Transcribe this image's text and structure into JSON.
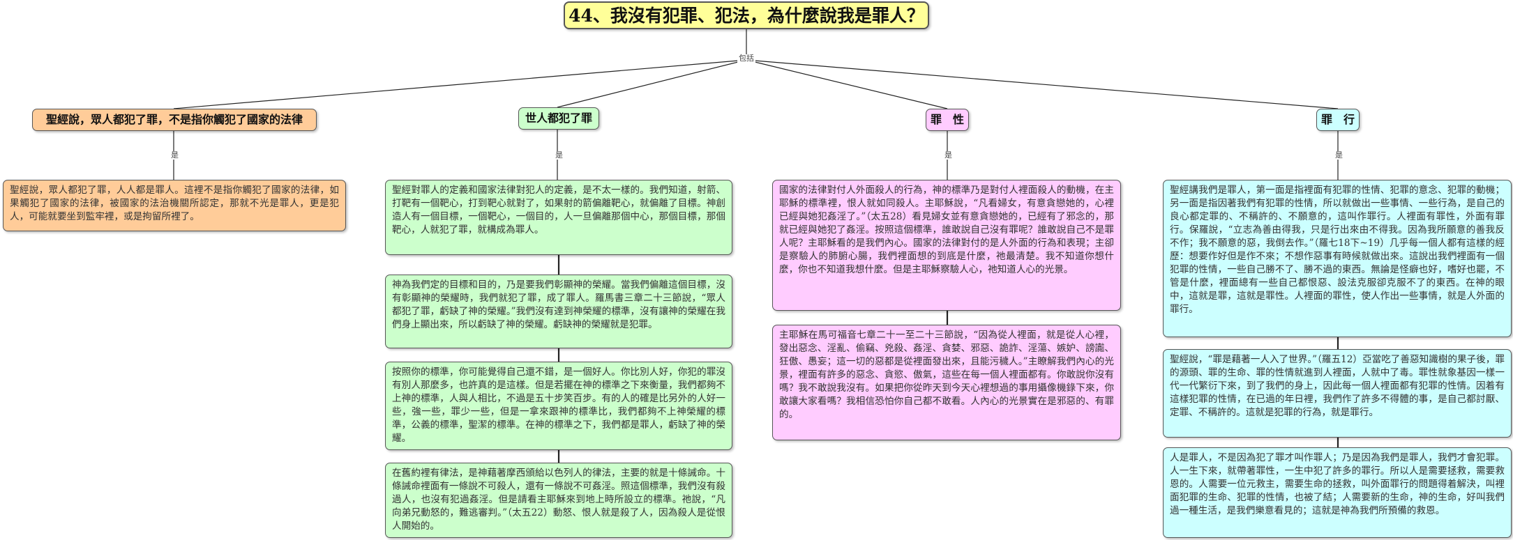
{
  "title": "44、我沒有犯罪、犯法，為什麼說我是罪人？",
  "root_link_label": "包括",
  "branch_link_label": "是",
  "branches": [
    {
      "topic": "聖經說，眾人都犯了罪，不是指你觸犯了國家的法律",
      "color": "#ffcc99",
      "notes": [
        "聖經說，眾人都犯了罪，人人都是罪人。這裡不是指你觸犯了國家的法律，如果觸犯了國家的法律，被國家的法治機關所認定，那就不光是罪人，更是犯人，可能就要坐到監牢裡，或是拘留所裡了。"
      ]
    },
    {
      "topic": "世人都犯了罪",
      "color": "#ccffcc",
      "notes": [
        "聖經對罪人的定義和國家法律對犯人的定義，是不太一樣的。我們知道，射箭、打靶有一個靶心，打到靶心就對了，如果射的箭偏離靶心，就偏離了目標。神創造人有一個目標，一個靶心，一個目的，人一旦偏離那個中心，那個目標，那個靶心，人就犯了罪，就構成為罪人。",
        "神為我們定的目標和目的，乃是要我們彰顯神的榮耀。當我們偏離這個目標，沒有彰顯神的榮耀時，我們就犯了罪，成了罪人。羅馬書三章二十三節說，“眾人都犯了罪，虧缺了神的榮耀。”我們沒有達到神榮耀的標準，沒有讓神的榮耀在我們身上顯出來，所以虧缺了神的榮耀。虧缺神的榮耀就是犯罪。",
        "按照你的標準，你可能覺得自己還不錯，是一個好人。你比別人好，你犯的罪沒有別人那麼多，也許真的是這樣。但是若擺在神的標準之下來衡量，我們都夠不上神的標準，人與人相比，不過是五十步笑百步。有的人的確是比另外的人好一些，強一些，罪少一些，但是一拿來跟神的標準比，我們都夠不上神榮耀的標準，公義的標準，聖潔的標準。在神的標準之下，我們都是罪人，虧缺了神的榮耀。",
        "在舊約裡有律法，是神藉著摩西頒給以色列人的律法，主要的就是十條誡命。十條誡命裡面有一條說不可殺人，還有一條說不可姦淫。照這個標準，我們沒有殺過人，也沒有犯過姦淫。但是請看主耶穌來到地上時所設立的標準。祂說，“凡向弟兄動怒的，難逃審判。”（太五22）動怒、恨人就是殺了人，因為殺人是從恨人開始的。"
      ]
    },
    {
      "topic": "罪　性",
      "color": "#ffccff",
      "notes": [
        "國家的法律對付人外面殺人的行為，神的標準乃是對付人裡面殺人的動機，在主耶穌的標準裡，恨人就如同殺人。主耶穌說，“凡看婦女，有意貪戀她的，心裡已經與她犯姦淫了。”（太五28）看見婦女並有意貪戀她的，已經有了邪念的，那就已經與她犯了姦淫。按照這個標準，誰敢說自己沒有罪呢？誰敢說自己不是罪人呢？主耶穌看的是我們內心。國家的法律對付的是人外面的行為和表現；主卻是察驗人的肺腑心腸，我們裡面想的到底是什麼，祂最清楚。我不知道你想什麼，你也不知道我想什麼。但是主耶穌察驗人心，祂知道人心的光景。",
        "主耶穌在馬可福音七章二十一至二十三節說，“因為從人裡面，就是從人心裡，發出惡念、淫亂、偷竊、兇殺、姦淫、貪婪、邪惡、詭詐、淫蕩、嫉妒、謗讟、狂傲、愚妄；這一切的惡都是從裡面發出來，且能污穢人。”主瞭解我們內心的光景，裡面有許多的惡念、貪慾、傲氣，這些在每一個人裡面都有。你敢說你沒有嗎？我不敢說我沒有。如果把你從昨天到今天心裡想過的事用攝像機錄下來，你敢讓大家看嗎？我相信恐怕你自己都不敢看。人內心的光景實在是邪惡的、有罪的。"
      ]
    },
    {
      "topic": "罪　行",
      "color": "#ccffff",
      "notes": [
        "聖經講我們是罪人，第一面是指裡面有犯罪的性情、犯罪的意念、犯罪的動機；另一面是指因著我們有犯罪的性情，所以就做出一些事情、一些行為，是自己的良心都定罪的、不稱許的、不願意的，這叫作罪行。人裡面有罪性，外面有罪行。保羅說，“立志為善由得我，只是行出來由不得我。因為我所願意的善我反不作；我不願意的惡，我倒去作。”（羅七18下~19）几乎每一個人都有這樣的經歷：想要作好但是作不來；不想作惡事有時候就做出來。這說出我們裡面有一個犯罪的性情，一些自己勝不了、勝不過的東西。無論是怪癖也好，嗜好也罷，不管是什麼，裡面總有一些自己都恨惡、設法克服卻克服不了的東西。在神的眼中，這就是罪，這就是罪性。人裡面的罪性，使人作出一些事情，就是人外面的罪行。",
        "聖經說，“罪是藉著一人入了世界。”（羅五12）亞當吃了善惡知識樹的果子後，罪的源頭、罪的生命、罪的性情就進到人裡面，人就中了毒。罪性就象基因一樣一代一代繁衍下來，到了我們的身上，因此每一個人裡面都有犯罪的性情。因着有這樣犯罪的性情，在已過的年日裡，我們作了許多不得體的事，是自己都討厭、定罪、不稱許的。這就是犯罪的行為，就是罪行。",
        "人是罪人，不是因為犯了罪才叫作罪人；乃是因為我們是罪人，我們才會犯罪。人一生下來，就帶著罪性，一生中犯了許多的罪行。所以人是需要拯救，需要救恩的。人需要一位元救主，需要生命的拯救，叫外面罪行的問題得着解決，叫裡面犯罪的生命、犯罪的性情，也被了結；人需要新的生命，神的生命，好叫我們過一種生活，是我們樂意看見的；這就是神為我們所預備的救恩。"
      ]
    }
  ]
}
